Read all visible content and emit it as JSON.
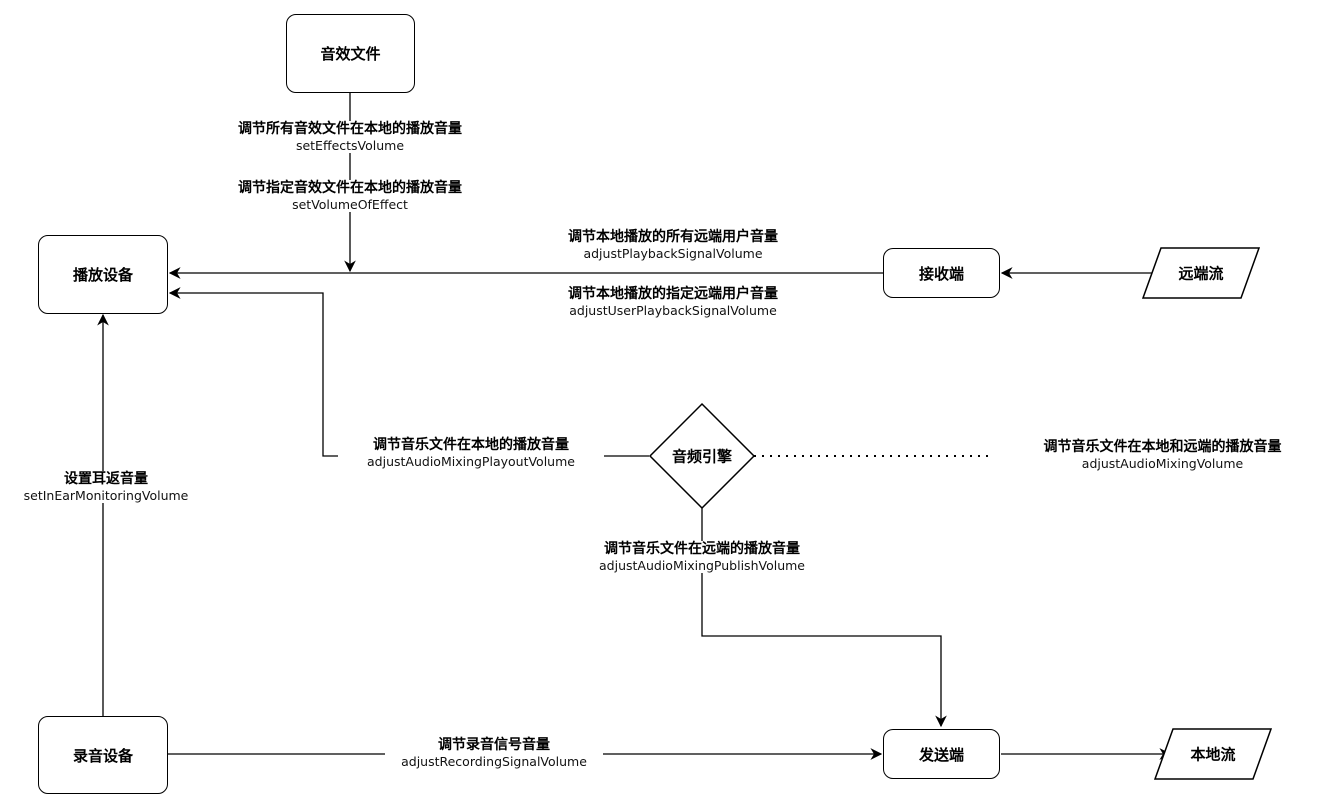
{
  "nodes": {
    "effects_file": "音效文件",
    "playback_device": "播放设备",
    "receiver": "接收端",
    "remote_stream": "远端流",
    "audio_engine": "音频引擎",
    "recording_device": "录音设备",
    "sender": "发送端",
    "local_stream": "本地流"
  },
  "labels": {
    "effects_volume": {
      "cn": "调节所有音效文件在本地的播放音量",
      "en": "setEffectsVolume"
    },
    "volume_of_effect": {
      "cn": "调节指定音效文件在本地的播放音量",
      "en": "setVolumeOfEffect"
    },
    "playback_signal": {
      "cn": "调节本地播放的所有远端用户音量",
      "en": "adjustPlaybackSignalVolume"
    },
    "user_playback_signal": {
      "cn": "调节本地播放的指定远端用户音量",
      "en": "adjustUserPlaybackSignalVolume"
    },
    "mixing_playout": {
      "cn": "调节音乐文件在本地的播放音量",
      "en": "adjustAudioMixingPlayoutVolume"
    },
    "mixing_volume": {
      "cn": "调节音乐文件在本地和远端的播放音量",
      "en": "adjustAudioMixingVolume"
    },
    "ear_monitoring": {
      "cn": "设置耳返音量",
      "en": "setInEarMonitoringVolume"
    },
    "mixing_publish": {
      "cn": "调节音乐文件在远端的播放音量",
      "en": "adjustAudioMixingPublishVolume"
    },
    "recording_signal": {
      "cn": "调节录音信号音量",
      "en": "adjustRecordingSignalVolume"
    }
  }
}
